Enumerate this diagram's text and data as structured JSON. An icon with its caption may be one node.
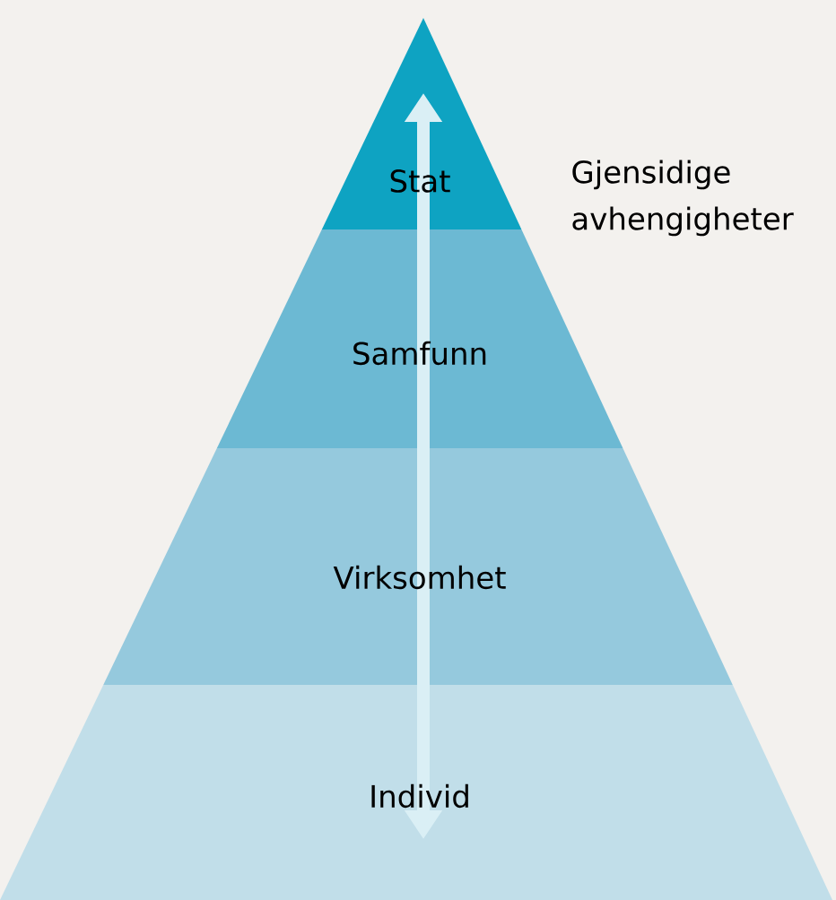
{
  "diagram": {
    "nodes": [
      {
        "text": [
          "Stat"
        ]
      },
      {
        "text": [
          "Samfunn"
        ]
      },
      {
        "text": [
          "Virksomhet"
        ]
      },
      {
        "text": [
          "Individ"
        ]
      }
    ],
    "edges": [
      {
        "from": 0,
        "to": 3,
        "arrow": "both"
      }
    ],
    "labels": [
      "Gjensidige avhengigheter"
    ]
  }
}
